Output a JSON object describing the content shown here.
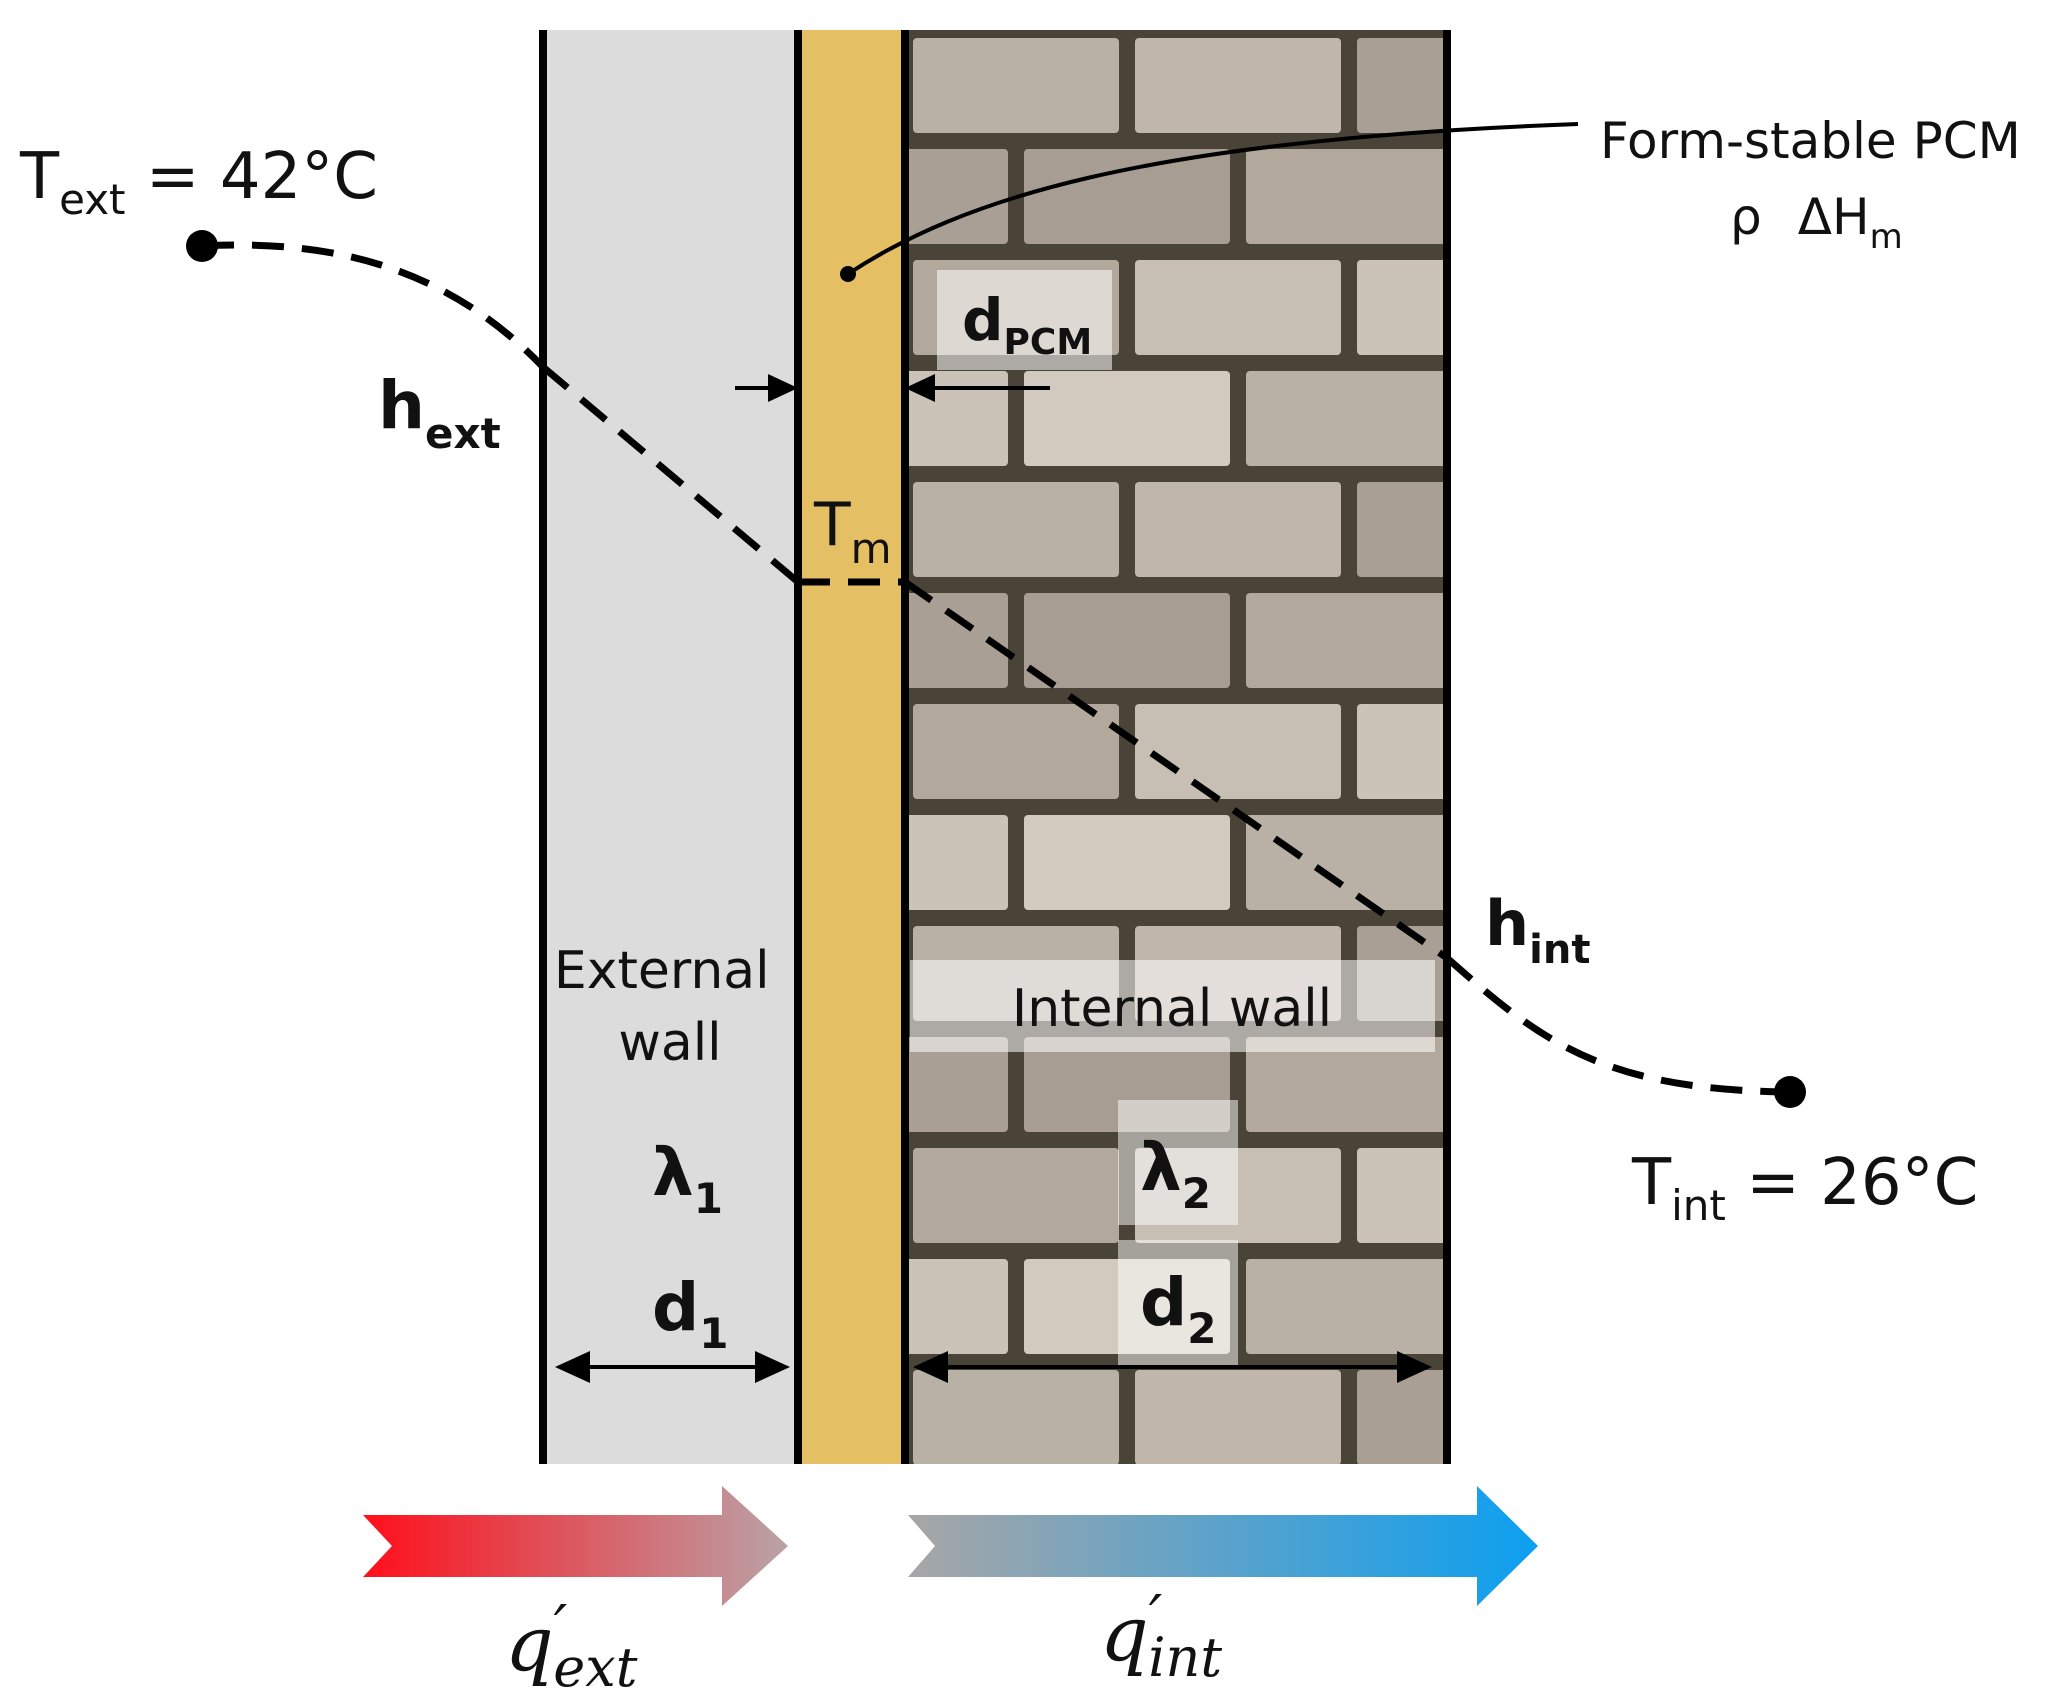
{
  "colors": {
    "external_wall": "#dcdcdc",
    "pcm_layer": "#e5bf63",
    "brick_mortar": "#4a4438",
    "brick_faces": [
      "#b9b0a6",
      "#c7bfb4",
      "#a99f95",
      "#d2cabf",
      "#b3a89c",
      "#c0b6ac",
      "#ccc3b8",
      "#a89d92"
    ],
    "heat_arrow_ext": [
      "#ff0f1b",
      "#b9a3a7"
    ],
    "heat_arrow_int": [
      "#a8a6a6",
      "#0c9ff0"
    ],
    "line": "#000000"
  },
  "temperatures": {
    "external": {
      "symbol": "T",
      "sub": "ext",
      "value": " = 42°C"
    },
    "internal": {
      "symbol": "T",
      "sub": "int",
      "value": " = 26°C"
    },
    "melting": {
      "symbol": "T",
      "sub": "m"
    }
  },
  "coefficients": {
    "h_ext": {
      "symbol": "h",
      "sub": "ext"
    },
    "h_int": {
      "symbol": "h",
      "sub": "int"
    },
    "lambda_1": {
      "symbol": "λ",
      "sub": "1"
    },
    "lambda_2": {
      "symbol": "λ",
      "sub": "2"
    },
    "d_1": {
      "symbol": "d",
      "sub": "1"
    },
    "d_2": {
      "symbol": "d",
      "sub": "2"
    },
    "d_pcm": {
      "symbol": "d",
      "sub": "PCM"
    }
  },
  "pcm": {
    "name": "Form-stable PCM",
    "props": {
      "rho": "ρ",
      "dH": "ΔH",
      "dH_sub": "m"
    }
  },
  "walls": {
    "external": [
      "External",
      "wall"
    ],
    "internal": "Internal wall"
  },
  "heat_flux": {
    "ext": {
      "symbol": "q",
      "prime": "′",
      "sub": "ext"
    },
    "int": {
      "symbol": "q",
      "prime": "′",
      "sub": "int"
    }
  }
}
